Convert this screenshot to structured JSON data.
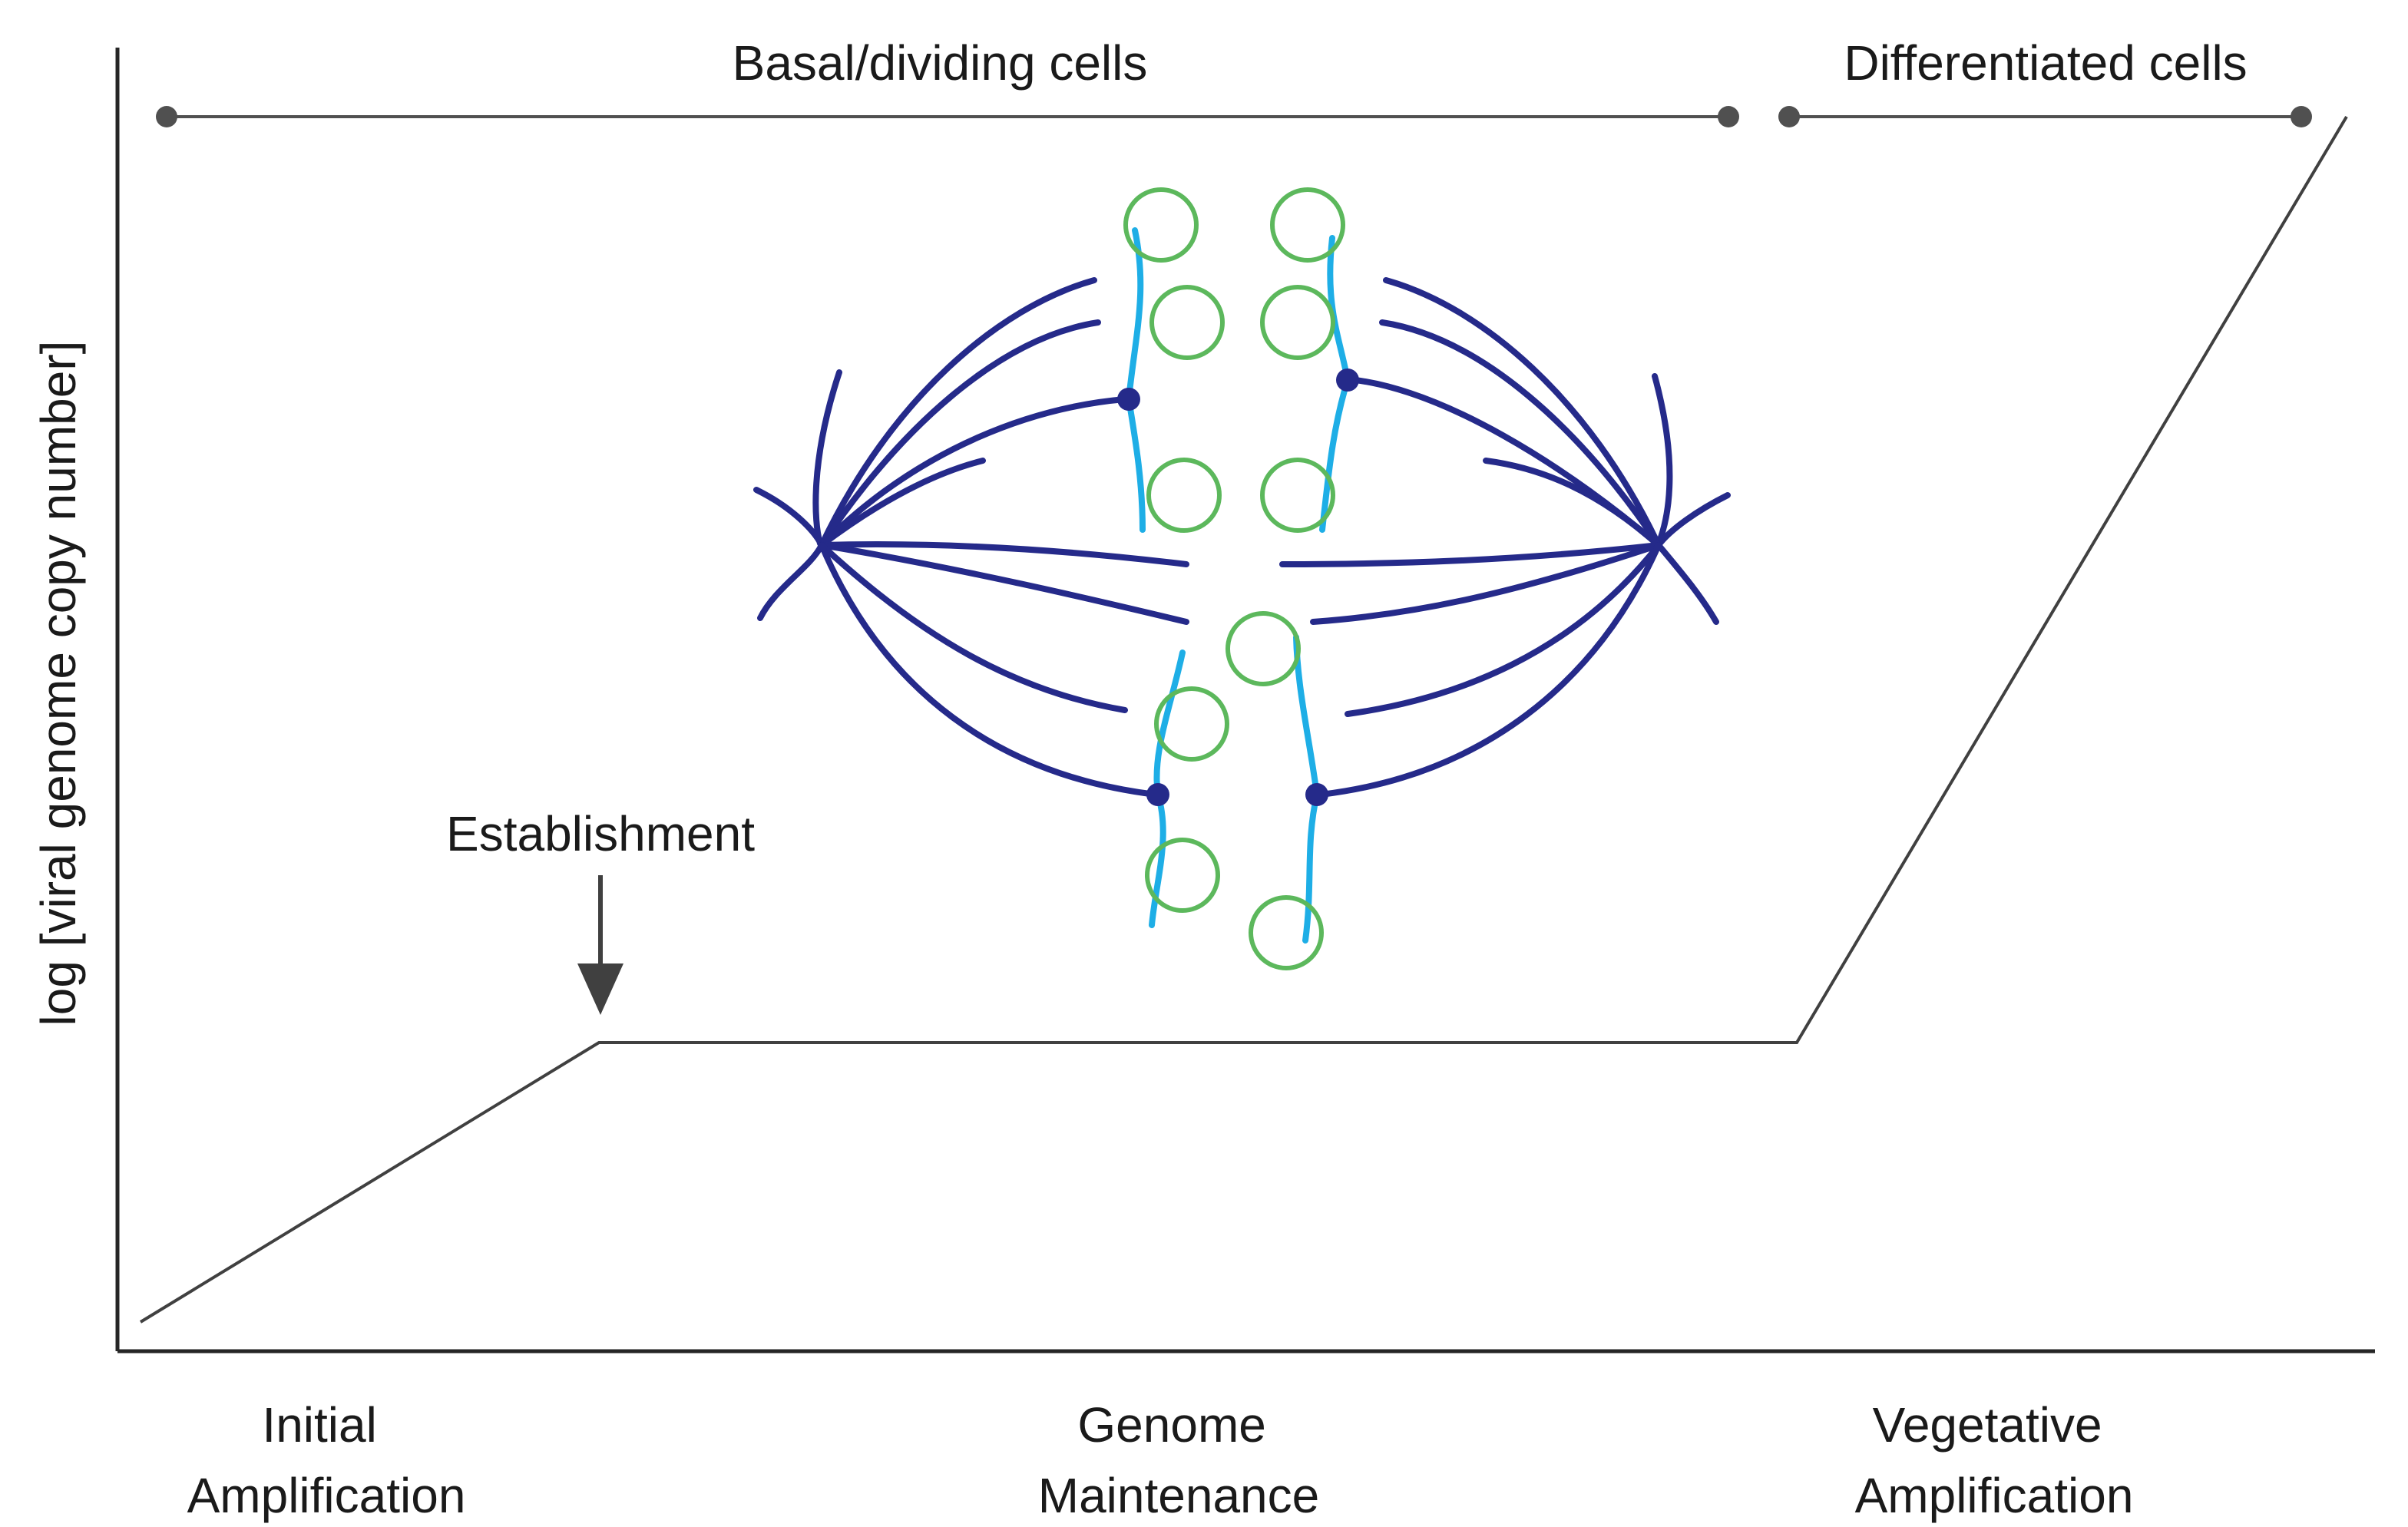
{
  "diagram": {
    "y_axis_label": "log [viral genome copy number]",
    "ranges": {
      "basal_label": "Basal/dividing cells",
      "differentiated_label": "Differentiated cells"
    },
    "annotation": "Establishment",
    "phases": [
      {
        "line1": "Initial",
        "line2": "Amplification"
      },
      {
        "line1": "Genome",
        "line2": "Maintenance"
      },
      {
        "line1": "Vegetative",
        "line2": "Amplification"
      }
    ],
    "colors": {
      "spindle": "#252a8a",
      "chromosome": "#1eaee6",
      "episome": "#5cb85c",
      "curve": "#404040"
    }
  }
}
